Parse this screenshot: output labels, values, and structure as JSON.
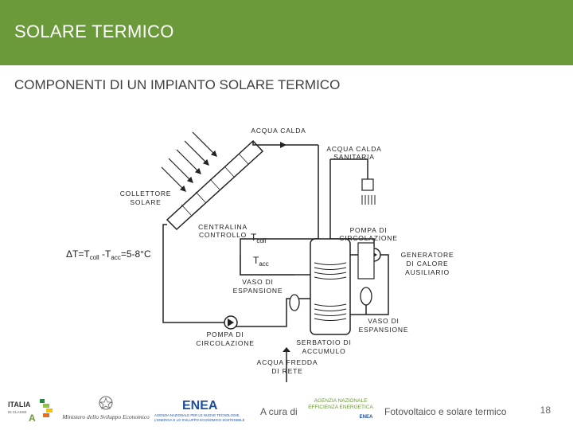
{
  "header": {
    "title": "SOLARE TERMICO"
  },
  "subtitle": "COMPONENTI DI UN IMPIANTO SOLARE TERMICO",
  "diagram": {
    "acqua_calda": "ACQUA CALDA",
    "acqua_calda_sanitaria": [
      "ACQUA CALDA",
      "SANITARIA"
    ],
    "collettore": [
      "COLLETTORE",
      "SOLARE"
    ],
    "centralina": [
      "CENTRALINA",
      "CONTROLLO"
    ],
    "t_coll": "T",
    "t_coll_sub": "coll",
    "t_acc": "T",
    "t_acc_sub": "acc",
    "delta_formula": {
      "delta": "Δ",
      "t1": "T=T",
      "sub1": "coll",
      "mid": " -T",
      "sub2": "acc",
      "tail": "=5-8°C"
    },
    "pompa_top": [
      "POMPA DI",
      "CIRCOLAZIONE"
    ],
    "generatore": [
      "GENERATORE",
      "DI CALORE",
      "AUSILIARIO"
    ],
    "vaso_center": [
      "VASO DI",
      "ESPANSIONE"
    ],
    "vaso_right": [
      "VASO DI",
      "ESPANSIONE"
    ],
    "pompa_bottom": [
      "POMPA DI",
      "CIRCOLAZIONE"
    ],
    "serbatoio": [
      "SERBATOIO DI",
      "ACCUMULO"
    ],
    "acqua_fredda": [
      "ACQUA FREDDA",
      "DI RETE"
    ]
  },
  "footer": {
    "logo_italia": [
      "ITALIA",
      "IN CLASSE",
      "A"
    ],
    "ministero": "Ministero dello Sviluppo Economico",
    "enea": "ENEA",
    "enea_sub": [
      "AGENZIA NAZIONALE PER LE NUOVE TECNOLOGIE,",
      "L'ENERGIA E LO SVILUPPO ECONOMICO SOSTENIBILE"
    ],
    "a_cura_di": "A cura di",
    "agenzia": [
      "AGENZIA NAZIONALE",
      "EFFICIENZA ENERGETICA"
    ],
    "agenzia_enea": "ENEA",
    "footer_title": "Fotovoltaico e solare termico",
    "page_number": "18"
  },
  "colors": {
    "header_bg": "#6a9a3a",
    "accent_green": "#6a9a3a",
    "enea_blue": "#1f4e9a"
  }
}
